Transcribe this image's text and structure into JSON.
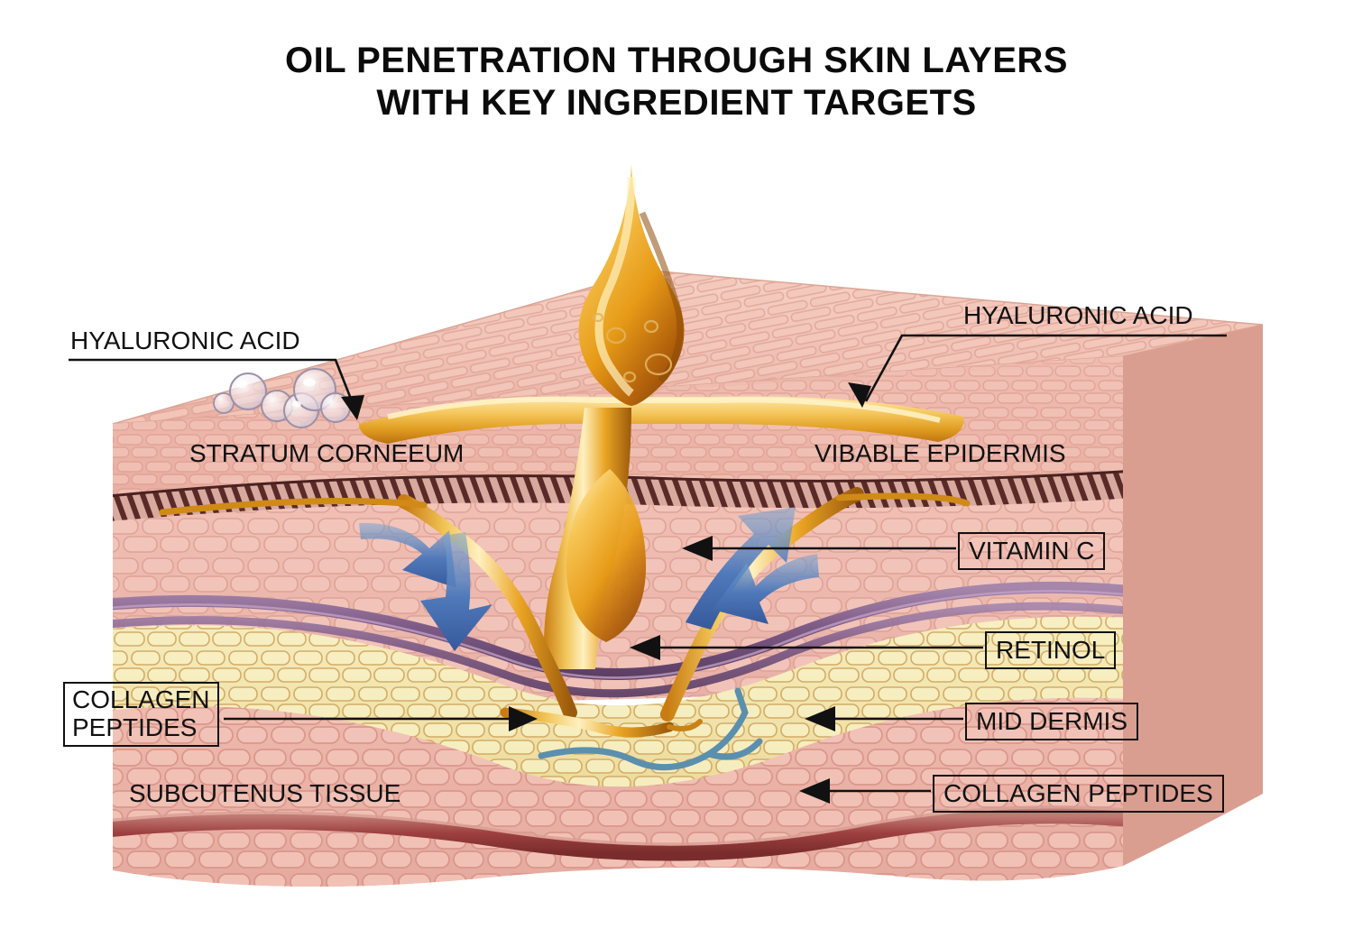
{
  "title": {
    "line1": "OIL PENETRATION THROUGH SKIN LAYERS",
    "line2": "WITH KEY INGREDIENT TARGETS"
  },
  "labels": {
    "hyaluronic_acid_left": "HYALURONIC ACID",
    "hyaluronic_acid_right": "HYALURONIC ACID",
    "stratum_corneum": "STRATUM CORNEEUM",
    "viable_epidermis": "VIBABLE EPIDERMIS",
    "vitamin_c": "VITAMIN C",
    "retinol": "RETINOL",
    "mid_dermis": "MID  DERMIS",
    "collagen_peptides_right": "COLLAGEN PEPTIDES",
    "collagen_peptides_left_line1": "COLLAGEN",
    "collagen_peptides_left_line2": "PEPTIDES",
    "subcutaneous_tissue": "SUBCUTENUS TISSUE"
  },
  "colors": {
    "title_text": "#0b0b0b",
    "label_text": "#111111",
    "leader_line": "#111111",
    "stratum_corneum_top": "#f0bfb2",
    "stratum_corneum_face": "#e9aa9d",
    "epidermis": "#edb3a6",
    "junction_band": "#5a2a28",
    "dermis_upper": "#eeb8ad",
    "dermis_mid": "#eab5ac",
    "fat_layer": "#f0e2a8",
    "fat_cell_outline": "#c9a468",
    "subcutaneous": "#eab3a8",
    "blood_vessel_purple": "#7e5b86",
    "blood_vessel_red": "#9e4040",
    "vein_blue": "#5b8fae",
    "oil_gold": "#e8a32a",
    "oil_light": "#ffe9a8",
    "oil_dark": "#9a5a11",
    "arrow_blue": "#3f6bb0",
    "bubble_rim": "#9a90a8",
    "background": "#ffffff"
  },
  "diagram": {
    "type": "anatomical-cross-section",
    "subject": "skin layers with topical oil penetration",
    "layer_order_top_to_bottom": [
      "STRATUM CORNEEUM",
      "VIBABLE EPIDERMIS",
      "MID  DERMIS",
      "SUBCUTENUS TISSUE"
    ],
    "ingredients": [
      "HYALURONIC ACID",
      "VITAMIN C",
      "RETINOL",
      "COLLAGEN PEPTIDES"
    ],
    "elements": [
      "oil droplet",
      "oil spreading on surface",
      "hair follicle channel",
      "hyaluronic acid bubbles",
      "blue penetration arrows",
      "purple blood vessels",
      "blue vein",
      "red deep vessel"
    ]
  }
}
